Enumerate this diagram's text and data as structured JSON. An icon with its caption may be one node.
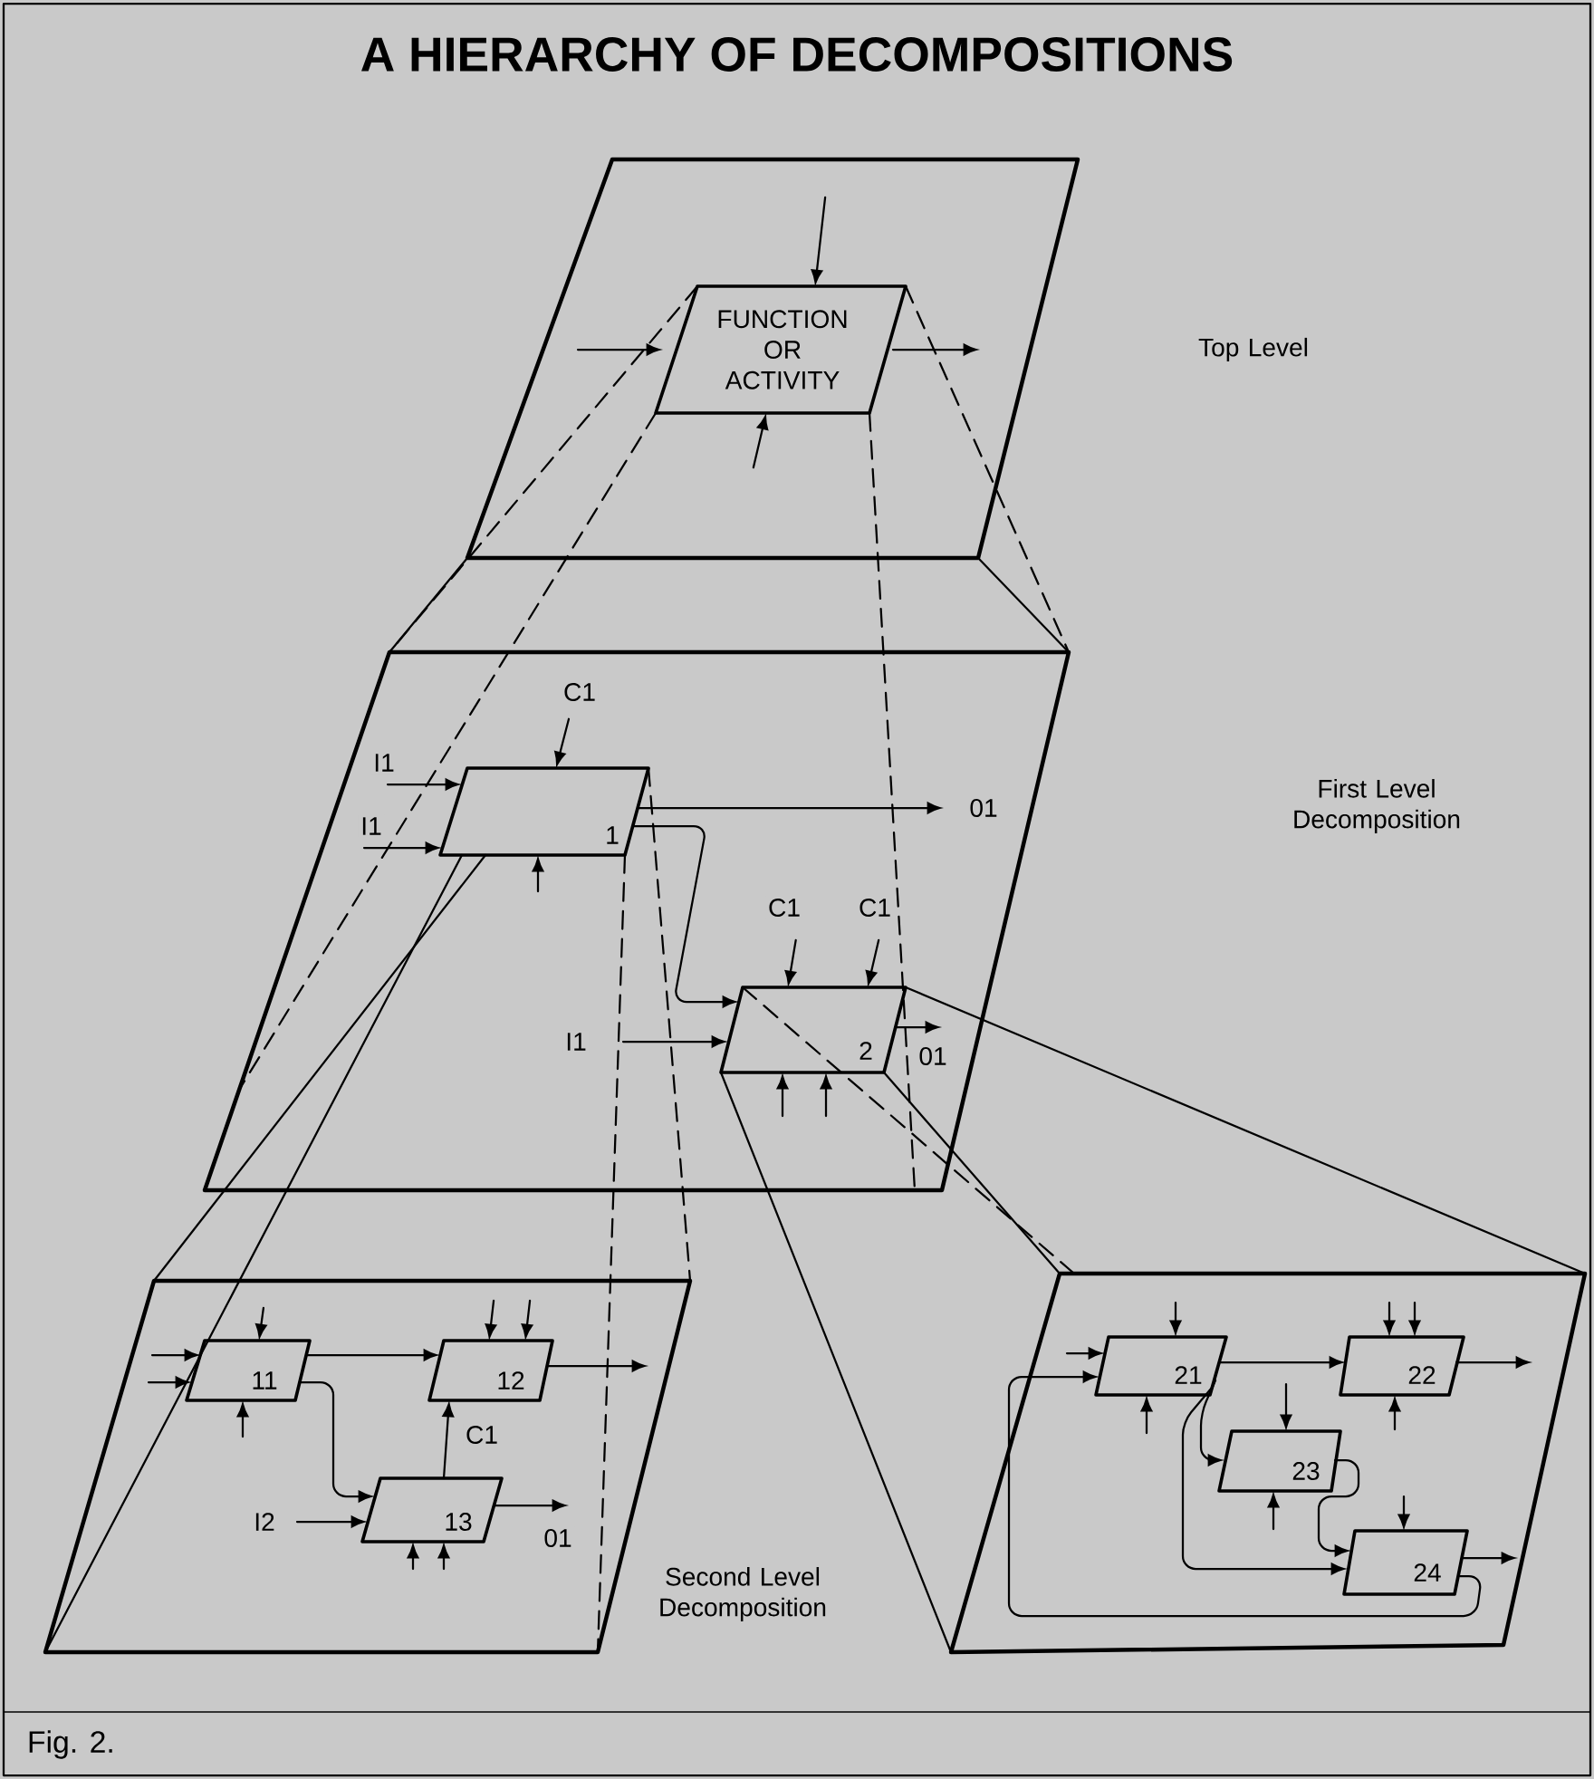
{
  "diagram": {
    "title": "A HIERARCHY OF DECOMPOSITIONS",
    "caption": "Fig. 2.",
    "nodes": [
      {
        "text": [],
        "shape": "parallelogram"
      },
      {
        "text": [
          "FUNCTION OR ACTIVITY"
        ],
        "in": 0
      },
      {
        "text": [],
        "shape": "parallelogram"
      },
      {
        "text": [
          "1"
        ],
        "in": 2
      },
      {
        "text": [
          "2"
        ],
        "in": 2
      },
      {
        "text": [],
        "shape": "parallelogram"
      },
      {
        "text": [
          "11"
        ],
        "in": 5
      },
      {
        "text": [
          "12"
        ],
        "in": 5
      },
      {
        "text": [
          "13"
        ],
        "in": 5
      },
      {
        "text": [],
        "shape": "parallelogram"
      },
      {
        "text": [
          "21"
        ],
        "in": 9
      },
      {
        "text": [
          "22"
        ],
        "in": 9
      },
      {
        "text": [
          "23"
        ],
        "in": 9
      },
      {
        "text": [
          "24"
        ],
        "in": 9
      }
    ],
    "edges": [
      {
        "from": null,
        "to": 1,
        "arrow": "to"
      },
      {
        "from": null,
        "to": 1,
        "arrow": "to"
      },
      {
        "from": 1,
        "to": null,
        "arrow": "to"
      },
      {
        "from": null,
        "to": 1,
        "arrow": "to"
      },
      {
        "from": null,
        "to": 3,
        "arrow": "to",
        "label": "C1"
      },
      {
        "from": null,
        "to": 3,
        "arrow": "to",
        "label": "I1"
      },
      {
        "from": null,
        "to": 3,
        "arrow": "to",
        "label": "I1"
      },
      {
        "from": null,
        "to": 3,
        "arrow": "to"
      },
      {
        "from": 3,
        "to": null,
        "arrow": "to",
        "label": "01"
      },
      {
        "from": 3,
        "to": 4,
        "arrow": "to"
      },
      {
        "from": null,
        "to": 4,
        "arrow": "to",
        "label": "C1"
      },
      {
        "from": null,
        "to": 4,
        "arrow": "to",
        "label": "C1"
      },
      {
        "from": null,
        "to": 4,
        "arrow": "to",
        "label": "I1"
      },
      {
        "from": 4,
        "to": null,
        "arrow": "to",
        "label": "01"
      },
      {
        "from": null,
        "to": 4,
        "arrow": "to"
      },
      {
        "from": null,
        "to": 4,
        "arrow": "to"
      },
      {
        "from": null,
        "to": 6,
        "arrow": "to"
      },
      {
        "from": null,
        "to": 6,
        "arrow": "to"
      },
      {
        "from": null,
        "to": 6,
        "arrow": "to"
      },
      {
        "from": null,
        "to": 6,
        "arrow": "to"
      },
      {
        "from": 6,
        "to": 7,
        "arrow": "to"
      },
      {
        "from": 6,
        "to": 8,
        "arrow": "to"
      },
      {
        "from": null,
        "to": 7,
        "arrow": "to"
      },
      {
        "from": null,
        "to": 7,
        "arrow": "to"
      },
      {
        "from": 7,
        "to": null,
        "arrow": "to"
      },
      {
        "from": 8,
        "to": 7,
        "arrow": "to",
        "label": "C1"
      },
      {
        "from": null,
        "to": 8,
        "arrow": "to",
        "label": "I2"
      },
      {
        "from": 8,
        "to": null,
        "arrow": "to",
        "label": "01"
      },
      {
        "from": null,
        "to": 8,
        "arrow": "to"
      },
      {
        "from": null,
        "to": 8,
        "arrow": "to"
      },
      {
        "from": null,
        "to": 10,
        "arrow": "to"
      },
      {
        "from": null,
        "to": 10,
        "arrow": "to"
      },
      {
        "from": null,
        "to": 10,
        "arrow": "to"
      },
      {
        "from": 10,
        "to": 11,
        "arrow": "to"
      },
      {
        "from": null,
        "to": 11,
        "arrow": "to"
      },
      {
        "from": null,
        "to": 11,
        "arrow": "to"
      },
      {
        "from": 11,
        "to": null,
        "arrow": "to"
      },
      {
        "from": null,
        "to": 11,
        "arrow": "to"
      },
      {
        "from": 10,
        "to": 12,
        "arrow": "to"
      },
      {
        "from": null,
        "to": 12,
        "arrow": "to"
      },
      {
        "from": null,
        "to": 12,
        "arrow": "to"
      },
      {
        "from": 12,
        "to": 13,
        "arrow": "to"
      },
      {
        "from": 10,
        "to": 13,
        "arrow": "to"
      },
      {
        "from": null,
        "to": 13,
        "arrow": "to"
      },
      {
        "from": 13,
        "to": null,
        "arrow": "to"
      },
      {
        "from": 13,
        "to": 10,
        "arrow": "to"
      },
      {
        "from": 1,
        "to": 2,
        "arrow": "none",
        "style": "dashed"
      },
      {
        "from": 1,
        "to": 2,
        "arrow": "none",
        "style": "dashed"
      },
      {
        "from": 1,
        "to": 2,
        "arrow": "none",
        "style": "dashed"
      },
      {
        "from": 1,
        "to": 2,
        "arrow": "none",
        "style": "dashed"
      },
      {
        "from": 0,
        "to": 2,
        "arrow": "none"
      },
      {
        "from": 0,
        "to": 2,
        "arrow": "none"
      },
      {
        "from": 3,
        "to": 5,
        "arrow": "none"
      },
      {
        "from": 3,
        "to": 5,
        "arrow": "none"
      },
      {
        "from": 3,
        "to": 5,
        "arrow": "none",
        "style": "dashed"
      },
      {
        "from": 3,
        "to": 5,
        "arrow": "none",
        "style": "dashed"
      },
      {
        "from": 4,
        "to": 9,
        "arrow": "none"
      },
      {
        "from": 4,
        "to": 9,
        "arrow": "none"
      },
      {
        "from": 4,
        "to": 9,
        "arrow": "none"
      },
      {
        "from": 4,
        "to": 9,
        "arrow": "none",
        "style": "dashed"
      }
    ],
    "labels": [
      "Top Level",
      "First Level Decomposition",
      "Second Level Decomposition"
    ]
  }
}
